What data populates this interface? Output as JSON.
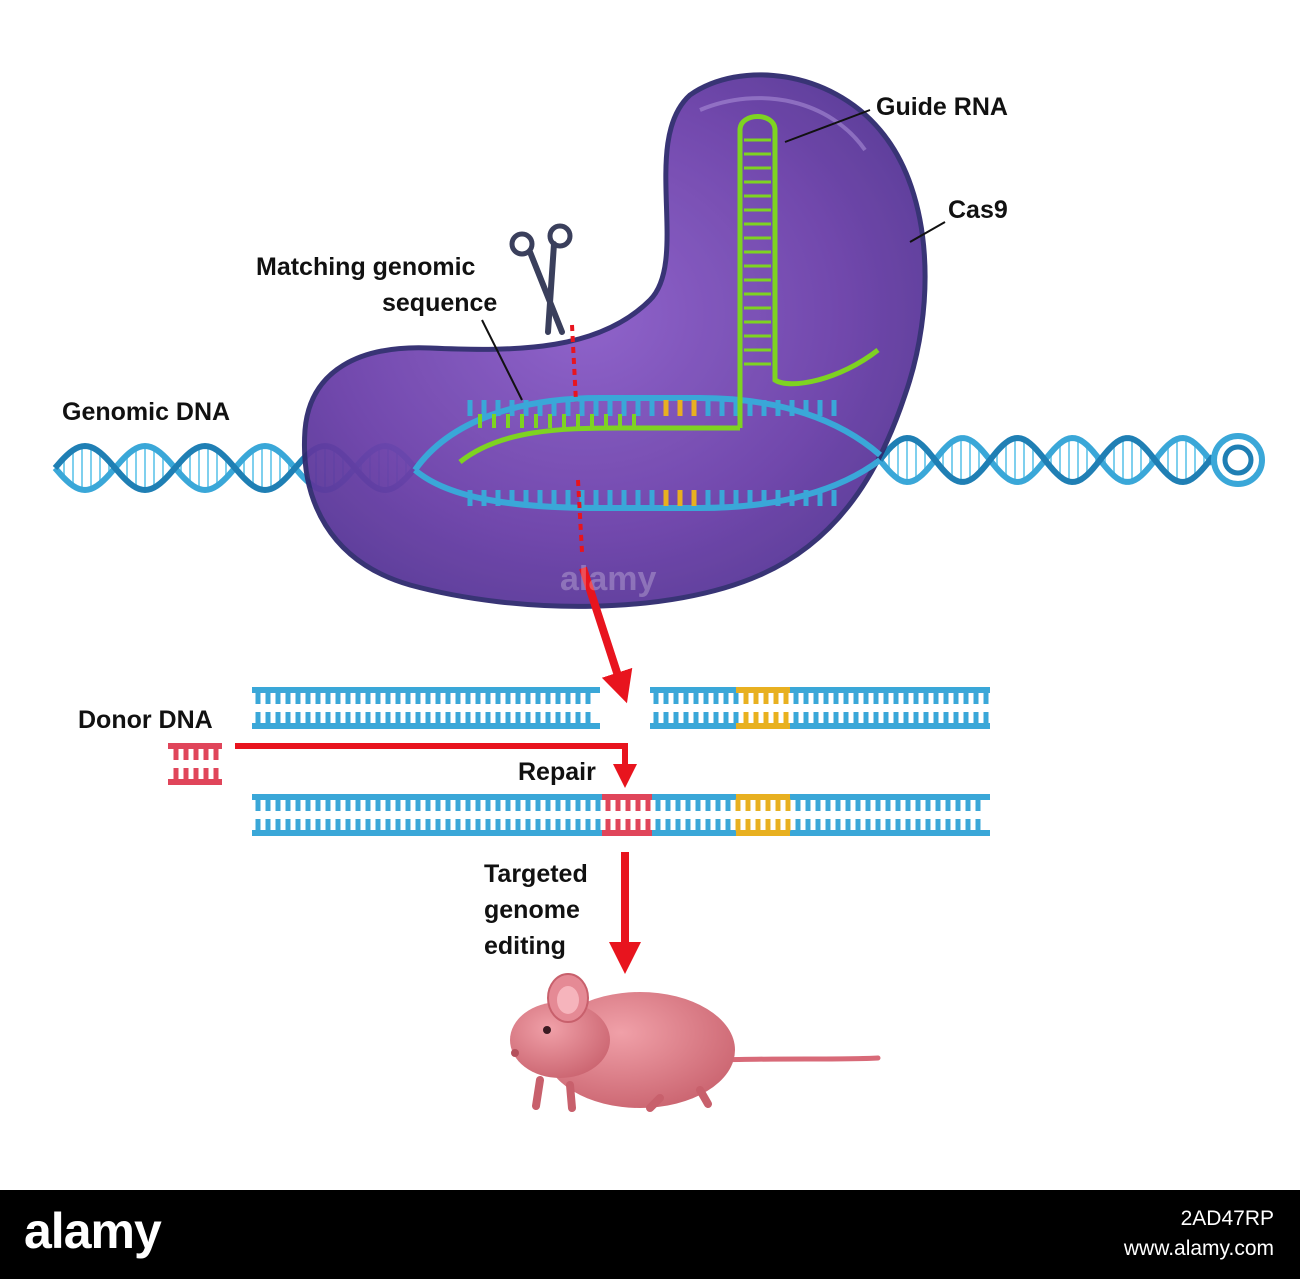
{
  "labels": {
    "guide_rna": "Guide RNA",
    "cas9": "Cas9",
    "matching_line1": "Matching genomic",
    "matching_line2": "sequence",
    "genomic_dna": "Genomic DNA",
    "donor_dna": "Donor DNA",
    "repair": "Repair",
    "targeted_line1": "Targeted",
    "targeted_line2": "genome",
    "targeted_line3": "editing"
  },
  "watermark": "alamy",
  "footer": {
    "logo": "alamy",
    "image_id": "2AD47RP",
    "url": "www.alamy.com"
  },
  "colors": {
    "cas9_protein": "#6a3fa8",
    "cas9_outline": "#2e2a6e",
    "dna_strand": "#3aa7d8",
    "guide_rna": "#7ed321",
    "pam_site": "#e8b020",
    "donor_insert": "#e0455a",
    "arrow": "#e8141e",
    "mouse": "#e07a86"
  },
  "icons": [
    "scissors-icon",
    "mouse-illustration"
  ]
}
